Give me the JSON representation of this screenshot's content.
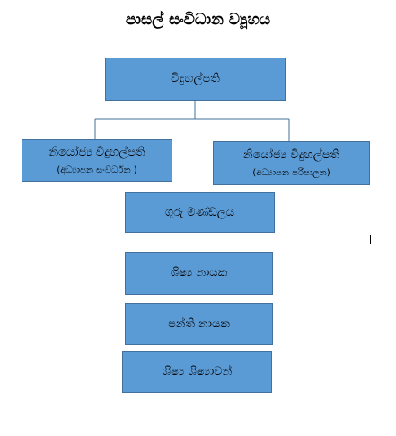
{
  "title": "පාසල් සංවිධාන ව්‍යූහය",
  "nodes": {
    "principal": {
      "label": "විදුහල්පති"
    },
    "deputy_left": {
      "label": "නියෝජ්‍ය විදුහල්පති",
      "sub": "(අධ්‍යාපන සංවර්ධන )"
    },
    "deputy_right": {
      "label": "නියෝජ්‍ය විදුහල්පති",
      "sub": "(අධ්‍යාපන පරිපාලන)"
    },
    "staff": {
      "label": "ගුරු මණ්ඩලය"
    },
    "prefects": {
      "label": "ශිෂ්‍ය නායක"
    },
    "monitors": {
      "label": "පන්ති නායක"
    },
    "students": {
      "label": "ශිෂ්‍ය ශිෂ්‍යාවන්"
    }
  },
  "colors": {
    "box_fill": "#5b9bd5",
    "box_border": "#41719c",
    "connector": "#41719c"
  }
}
